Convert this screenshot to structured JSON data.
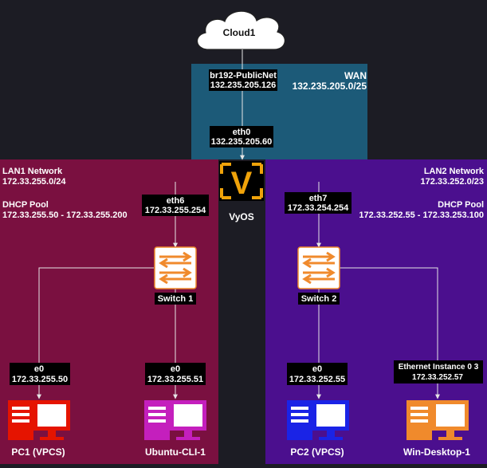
{
  "cloud": {
    "label": "Cloud1"
  },
  "wan": {
    "label": "WAN",
    "subnet": "132.235.205.0/25",
    "bridge_name": "br192-PublicNet",
    "bridge_ip": "132.235.205.126",
    "iface_name": "eth0",
    "iface_ip": "132.235.205.60"
  },
  "router": {
    "label": "VyOS",
    "logo_letter": "V"
  },
  "lan1": {
    "title": "LAN1 Network",
    "subnet": "172.33.255.0/24",
    "dhcp_title": "DHCP Pool",
    "dhcp_range": "172.33.255.50 - 172.33.255.200",
    "router_iface": "eth6",
    "router_ip": "172.33.255.254",
    "switch_label": "Switch 1",
    "host1": {
      "iface": "e0",
      "ip": "172.33.255.50",
      "label": "PC1 (VPCS)",
      "color": "#e51400"
    },
    "host2": {
      "iface": "e0",
      "ip": "172.33.255.51",
      "label": "Ubuntu-CLI-1",
      "color": "#c41fbd"
    }
  },
  "lan2": {
    "title": "LAN2 Network",
    "subnet": "172.33.252.0/23",
    "dhcp_title": "DHCP Pool",
    "dhcp_range": "172.33.252.55 - 172.33.253.100",
    "router_iface": "eth7",
    "router_ip": "172.33.254.254",
    "switch_label": "Switch 2",
    "host1": {
      "iface": "e0",
      "ip": "172.33.252.55",
      "label": "PC2 (VPCS)",
      "color": "#1a23e6"
    },
    "host2": {
      "iface": "Ethernet Instance 0 3",
      "ip": "172.33.252.57",
      "label": "Win-Desktop-1",
      "color": "#f08a2c"
    }
  },
  "colors": {
    "background": "#1c1c24",
    "wan_zone": "#1c5a78",
    "lan1_zone": "#7a1040",
    "lan2_zone": "#4b0f8e",
    "router_accent": "#f0a30a",
    "switch_accent": "#f08a2c",
    "link": "#e6e6e6"
  }
}
